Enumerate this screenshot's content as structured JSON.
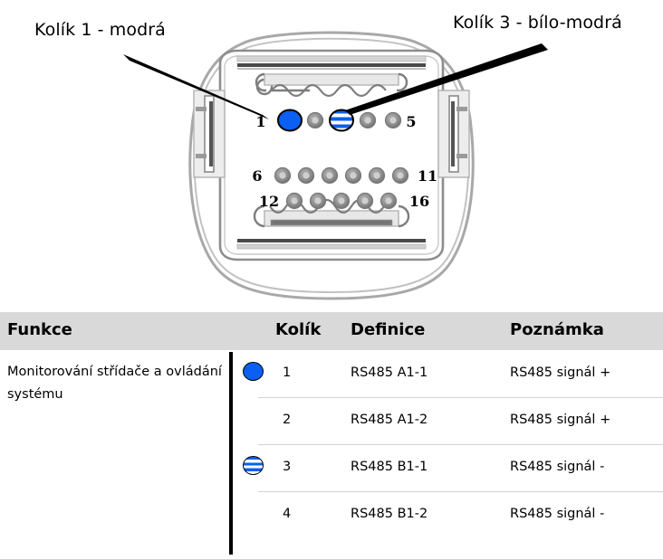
{
  "diagram": {
    "title": "16-pin connector pinout",
    "callouts": [
      {
        "id": "pin1",
        "label": "Kolík 1 - modrá"
      },
      {
        "id": "pin3",
        "label": "Kolík 3 - bílo-modrá"
      }
    ],
    "pin_rows": [
      {
        "row": 1,
        "start_label": "1",
        "end_label": "5",
        "pins": [
          {
            "number": 1,
            "fill": "solid-blue"
          },
          {
            "number": 2,
            "fill": "metal"
          },
          {
            "number": 3,
            "fill": "striped-blue"
          },
          {
            "number": 4,
            "fill": "metal"
          },
          {
            "number": 5,
            "fill": "metal"
          }
        ]
      },
      {
        "row": 2,
        "start_label": "6",
        "end_label": "11",
        "pins": [
          {
            "number": 6,
            "fill": "metal"
          },
          {
            "number": 7,
            "fill": "metal"
          },
          {
            "number": 8,
            "fill": "metal"
          },
          {
            "number": 9,
            "fill": "metal"
          },
          {
            "number": 10,
            "fill": "metal"
          },
          {
            "number": 11,
            "fill": "metal"
          }
        ]
      },
      {
        "row": 3,
        "start_label": "12",
        "end_label": "16",
        "pins": [
          {
            "number": 12,
            "fill": "metal"
          },
          {
            "number": 13,
            "fill": "metal"
          },
          {
            "number": 14,
            "fill": "metal"
          },
          {
            "number": 15,
            "fill": "metal"
          },
          {
            "number": 16,
            "fill": "metal"
          }
        ]
      }
    ]
  },
  "table": {
    "headers": {
      "funkce": "Funkce",
      "kolik": "Kolík",
      "definice": "Definice",
      "poznamka": "Poznámka"
    },
    "function_cell": "Monitorování střídače a ovládání systému",
    "rows": [
      {
        "marker": "solid-blue",
        "pin": "1",
        "definition": "RS485 A1-1",
        "note": "RS485 signál +"
      },
      {
        "marker": "none",
        "pin": "2",
        "definition": "RS485 A1-2",
        "note": "RS485 signál +"
      },
      {
        "marker": "striped-blue",
        "pin": "3",
        "definition": "RS485 B1-1",
        "note": "RS485 signál -"
      },
      {
        "marker": "none",
        "pin": "4",
        "definition": "RS485 B1-2",
        "note": "RS485 signál -"
      }
    ]
  },
  "colors": {
    "blue": "#0b5ff2",
    "white": "#ffffff",
    "header_background": "#d9d9d9",
    "connector_outline": "#8d8d8d",
    "callout_line": "#000000"
  }
}
